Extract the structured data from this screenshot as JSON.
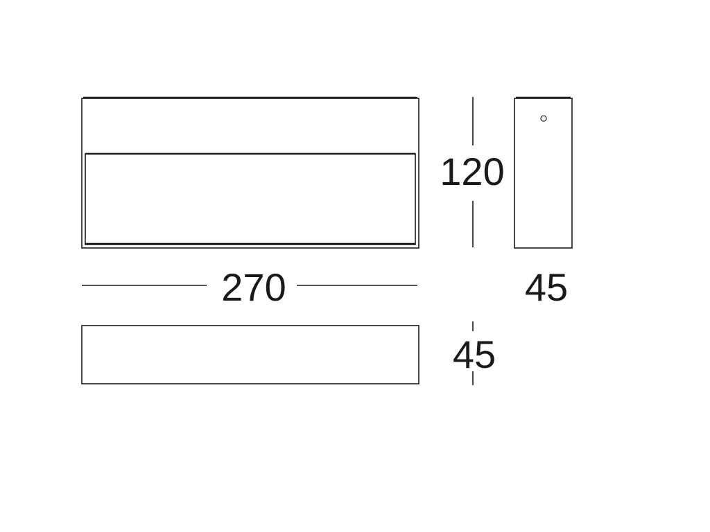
{
  "dimensions": {
    "front_width": "270",
    "front_height": "120",
    "side_depth": "45",
    "top_depth": "45"
  },
  "colors": {
    "line": "#1a1a1a",
    "background": "#ffffff"
  }
}
